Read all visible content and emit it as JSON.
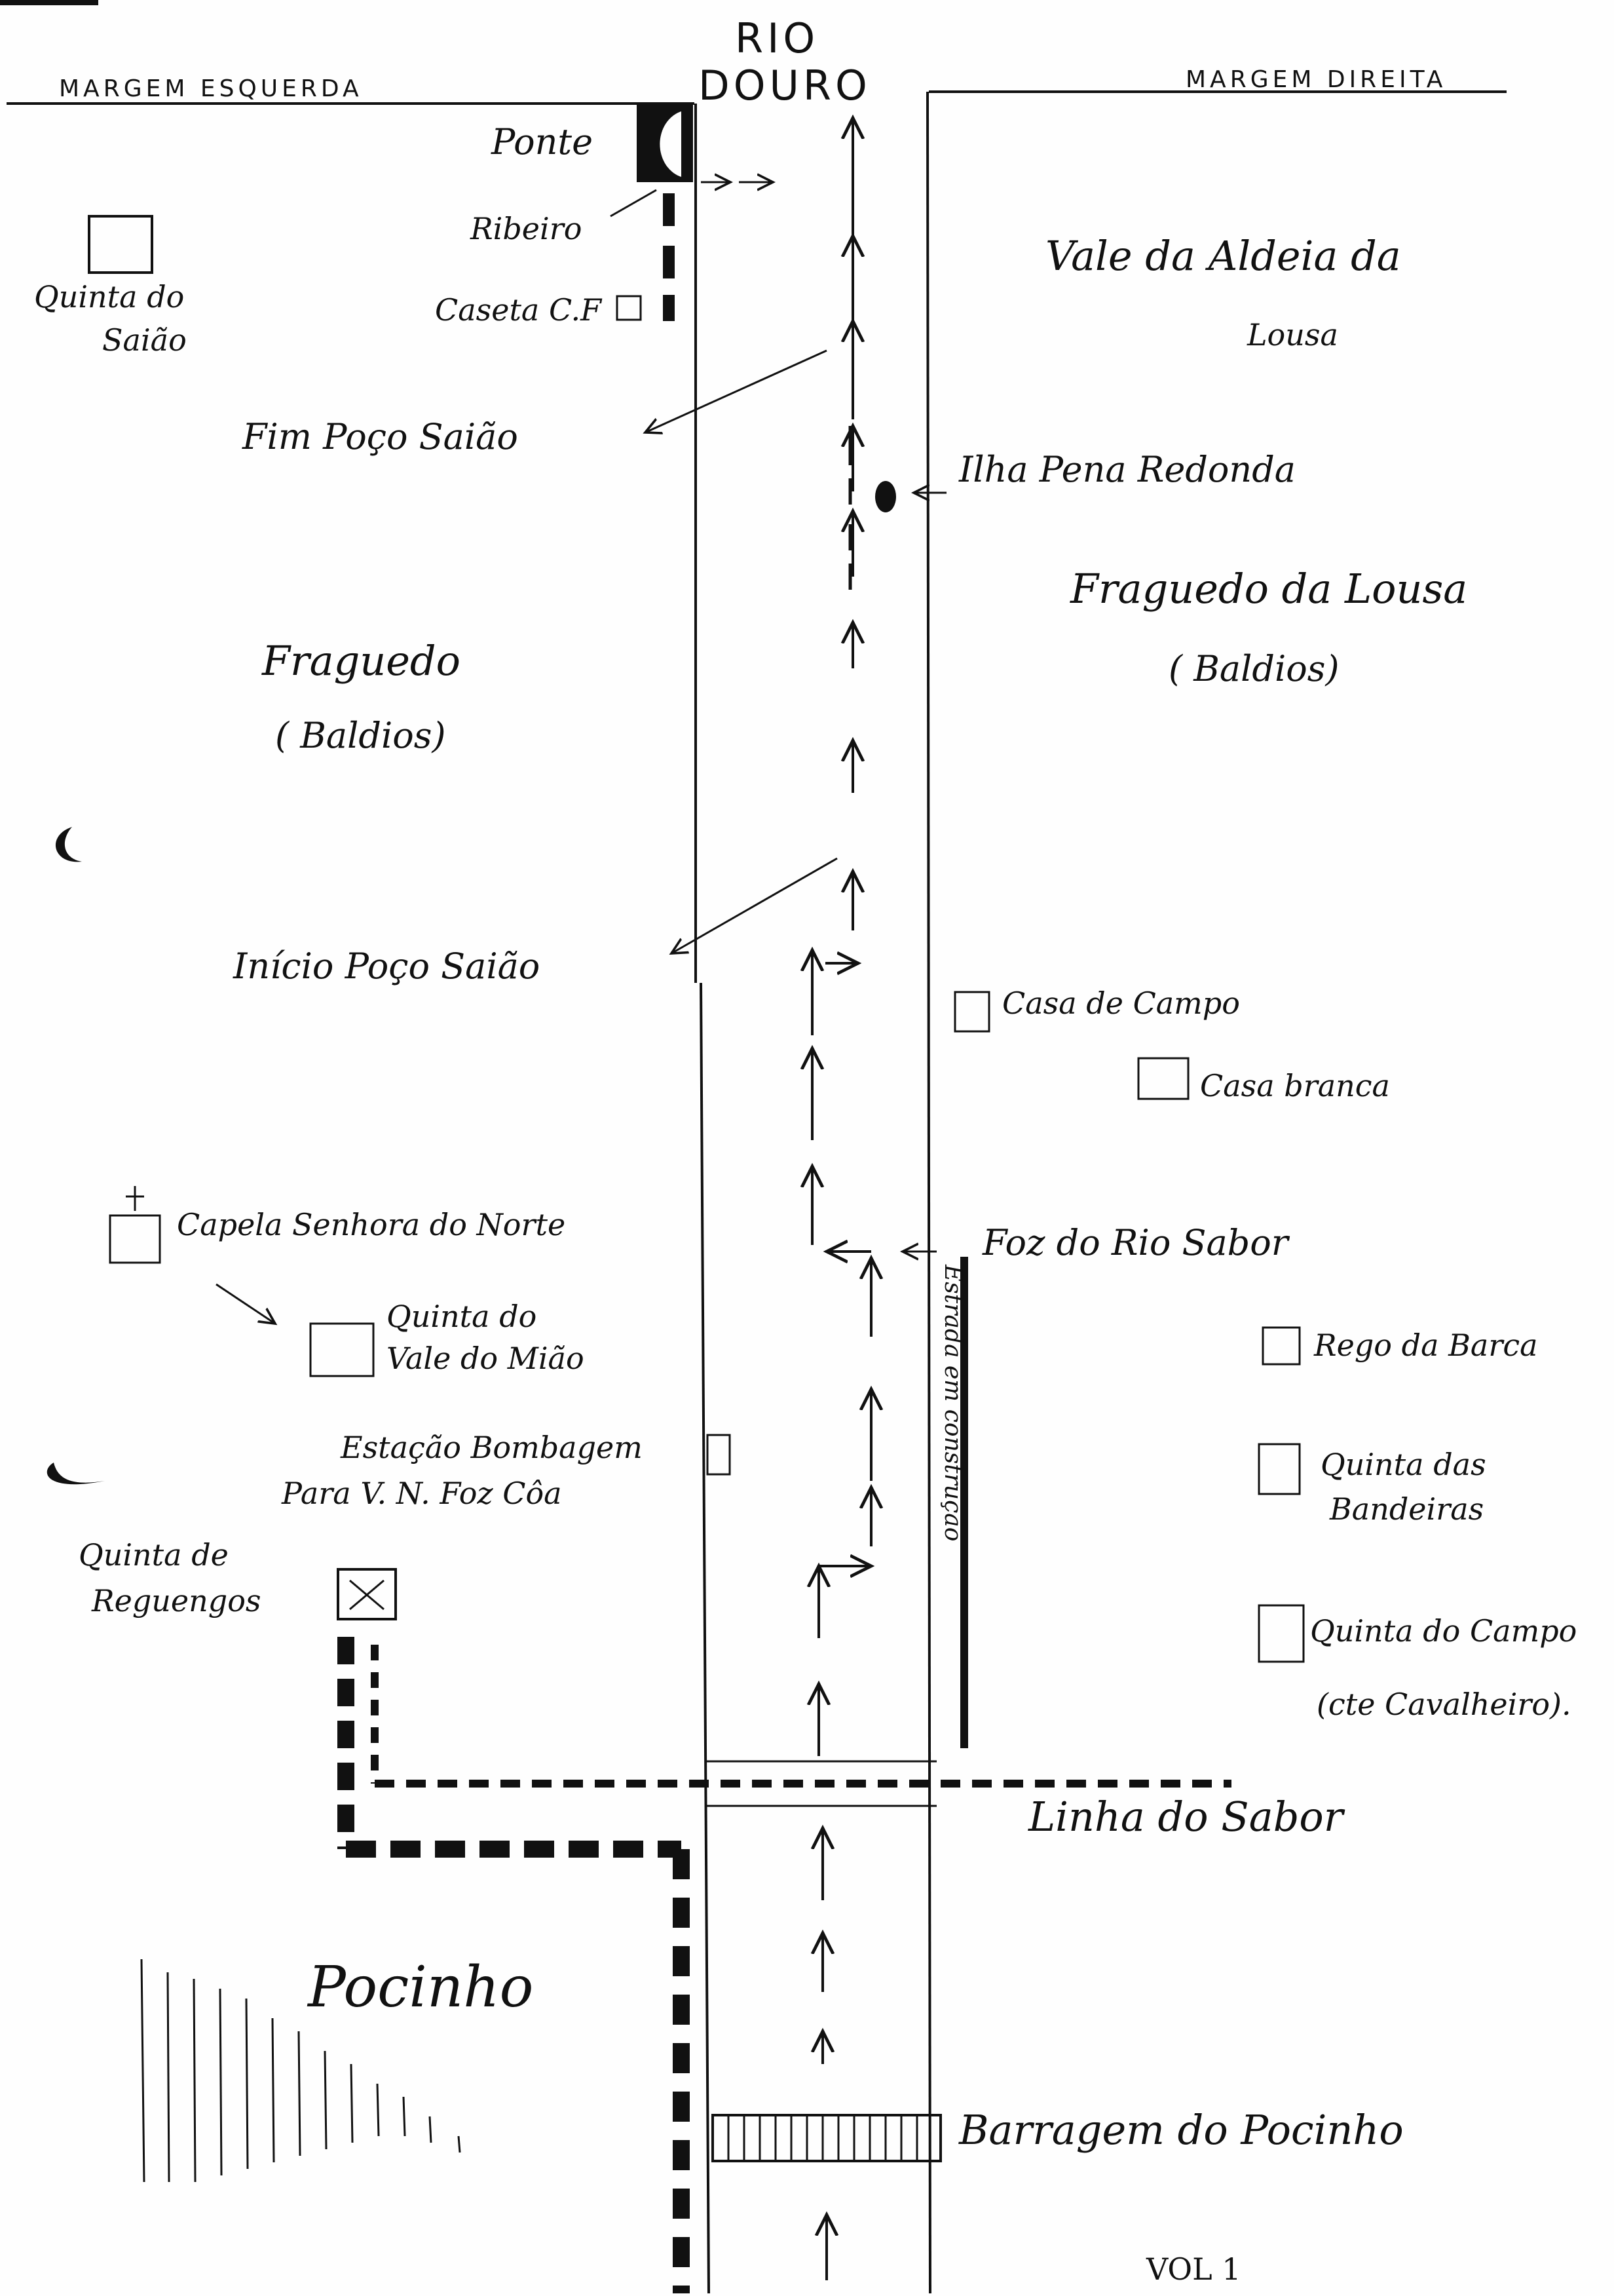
{
  "river": {
    "line1": "RIO",
    "line2": "DOURO"
  },
  "banks": {
    "left": "MARGEM ESQUERDA",
    "right": "MARGEM DIREITA"
  },
  "places": {
    "ponte": "Ponte",
    "ribeiro": "Ribeiro",
    "caseta": "Caseta C.F",
    "quinta_saiao_1": "Quinta do",
    "quinta_saiao_2": "Saião",
    "vale_aldeia_1": "Vale da Aldeia da",
    "vale_aldeia_2": "Lousa",
    "fim_poco": "Fim Poço Saião",
    "ilha": "Ilha Pena Redonda",
    "fraguedo_lousa": "Fraguedo da Lousa",
    "baldios_right": "( Baldios)",
    "fraguedo": "Fraguedo",
    "baldios_left": "( Baldios)",
    "inicio_poco": "Início Poço Saião",
    "casa_campo": "Casa de Campo",
    "casa_branca": "Casa branca",
    "capela": "Capela Senhora do Norte",
    "foz_sabor": "Foz do Rio Sabor",
    "quinta_vale_1": "Quinta do",
    "quinta_vale_2": "Vale do Mião",
    "rego_barca": "Rego da Barca",
    "estrada": "Estrada em construção",
    "estacao_1": "Estação Bombagem",
    "estacao_2": "Para V. N. Foz Côa",
    "quinta_bandeiras_1": "Quinta das",
    "quinta_bandeiras_2": "Bandeiras",
    "quinta_reguengos_1": "Quinta de",
    "quinta_reguengos_2": "Reguengos",
    "quinta_campo_1": "Quinta do Campo",
    "quinta_campo_2": "(cte Cavalheiro).",
    "linha_sabor": "Linha do Sabor",
    "pocinho": "Pocinho",
    "barragem": "Barragem do Pocinho",
    "sheet_mark": "VOL 1"
  }
}
